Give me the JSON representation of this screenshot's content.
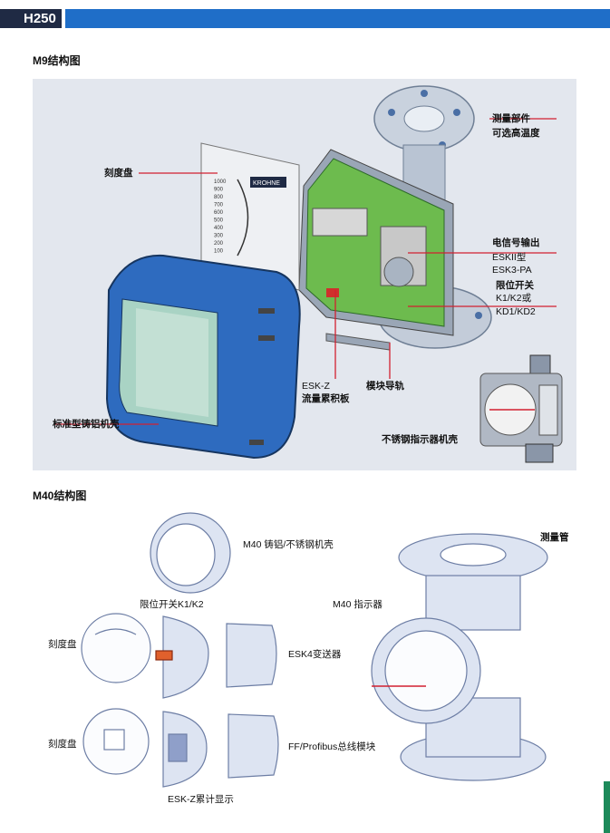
{
  "header": {
    "tag": "H250"
  },
  "m9": {
    "title": "M9结构图",
    "labels": {
      "dial": "刻度盘",
      "measuring_part_1": "测量部件",
      "measuring_part_2": "可选高温度",
      "signal_1": "电信号输出",
      "signal_2": "ESKII型",
      "signal_3": "ESK3-PA",
      "limit_1": "限位开关",
      "limit_2": "K1/K2或",
      "limit_3": "KD1/KD2",
      "eskz_1": "ESK-Z",
      "eskz_2": "流量累积板",
      "rail": "模块导轨",
      "housing": "标准型铸铝机壳",
      "ss_indicator": "不锈钢指示器机壳"
    },
    "brand": "KROHNE",
    "dial_ticks": [
      "1000",
      "900",
      "800",
      "700",
      "600",
      "500",
      "400",
      "300",
      "200",
      "100"
    ]
  },
  "m40": {
    "title": "M40结构图",
    "labels": {
      "housing": "M40  铸铝/不锈钢机壳",
      "tube": "测量管",
      "limit": "限位开关K1/K2",
      "indicator": "M40  指示器",
      "dial_1": "刻度盘",
      "esk4": "ESK4变送器",
      "dial_2": "刻度盘",
      "ff": "FF/Profibus总线模块",
      "eskz": "ESK-Z累计显示"
    }
  },
  "colors": {
    "accent": "#1f6ec8",
    "dark": "#1f2a44",
    "green": "#1d8a5a",
    "leader": "#d22030"
  }
}
